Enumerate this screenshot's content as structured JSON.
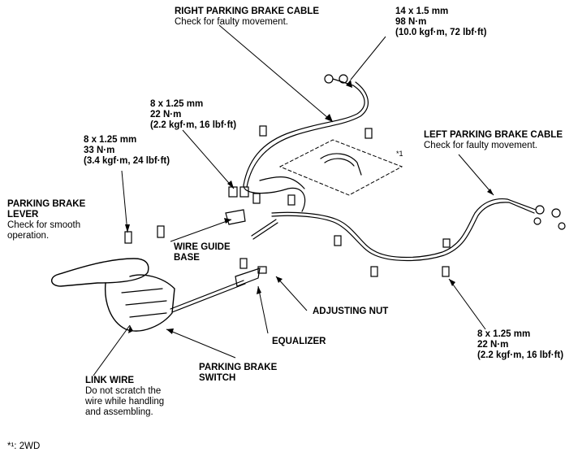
{
  "labels": {
    "right_cable": {
      "title": "RIGHT PARKING BRAKE CABLE",
      "note": "Check for faulty movement."
    },
    "left_cable": {
      "title": "LEFT PARKING BRAKE CABLE",
      "note": "Check for faulty movement."
    },
    "lever": {
      "title_1": "PARKING BRAKE",
      "title_2": "LEVER",
      "note_1": "Check for smooth",
      "note_2": "operation."
    },
    "wire_guide": {
      "line_1": "WIRE GUIDE",
      "line_2": "BASE"
    },
    "adjusting_nut": "ADJUSTING NUT",
    "equalizer": "EQUALIZER",
    "switch": {
      "line_1": "PARKING BRAKE",
      "line_2": "SWITCH"
    },
    "link_wire": {
      "title": "LINK WIRE",
      "note_1": "Do not scratch the",
      "note_2": "wire while handling",
      "note_3": "and assembling."
    },
    "inset_mark": "*1"
  },
  "specs": {
    "top_right": {
      "size": "14 x 1.5 mm",
      "nm": "98 N·m",
      "alt": "(10.0 kgf·m, 72 lbf·ft)"
    },
    "mid": {
      "size": "8 x 1.25 mm",
      "nm": "22 N·m",
      "alt": "(2.2 kgf·m, 16 lbf·ft)"
    },
    "left": {
      "size": "8 x 1.25 mm",
      "nm": "33 N·m",
      "alt": "(3.4 kgf·m, 24 lbf·ft)"
    },
    "bottom_right": {
      "size": "8 x 1.25 mm",
      "nm": "22 N·m",
      "alt": "(2.2 kgf·m, 16 lbf·ft)"
    }
  },
  "footnote": "*¹: 2WD"
}
